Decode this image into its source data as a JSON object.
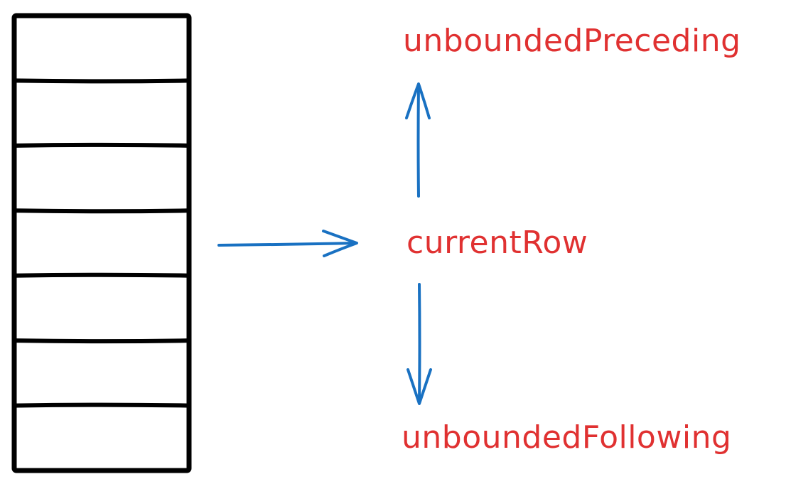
{
  "labels": {
    "preceding": "unboundedPreceding",
    "current": "currentRow",
    "following": "unboundedFollowing"
  },
  "table": {
    "row_count": 7
  },
  "colors": {
    "label": "#e03131",
    "arrow": "#1971c2",
    "stroke": "#000000",
    "background": "#ffffff"
  }
}
